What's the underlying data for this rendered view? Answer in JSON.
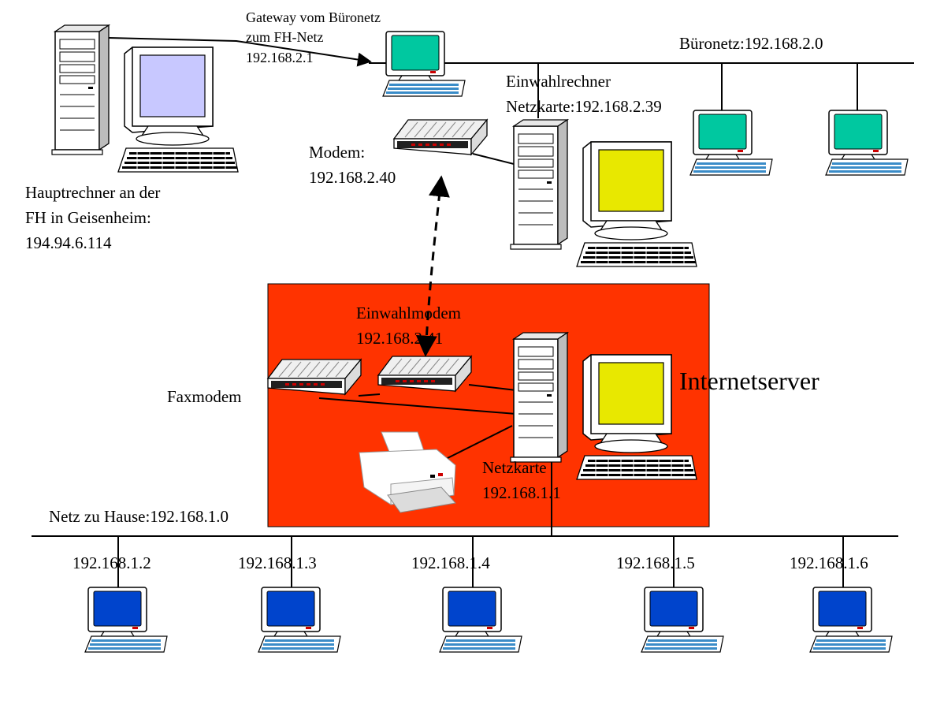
{
  "colors": {
    "zone_fill": "#ff3300",
    "screen_green": "#00c8a0",
    "screen_blue": "#0044cc",
    "screen_yellow": "#e8e800",
    "screen_lavender": "#c8c8ff",
    "line": "#000000"
  },
  "labels": {
    "gateway": [
      "Gateway vom Büronetz",
      "zum FH-Netz",
      "192.168.2.1"
    ],
    "bueronetz": "Büronetz:192.168.2.0",
    "hauptrechner": [
      "Hauptrechner an der",
      "FH in Geisenheim:",
      "194.94.6.114"
    ],
    "einwahlrechner": [
      "Einwahlrechner",
      "Netzkarte:192.168.2.39"
    ],
    "modem": [
      "Modem:",
      "192.168.2.40"
    ],
    "einwahlmodem": [
      "Einwahlmodem",
      "192.168.2.41"
    ],
    "faxmodem": "Faxmodem",
    "internetserver": "Internetserver",
    "netzkarte": [
      "Netzkarte",
      "192.168.1.1"
    ],
    "netz_zu_hause": "Netz zu Hause:192.168.1.0",
    "home_hosts": [
      "192.168.1.2",
      "192.168.1.3",
      "192.168.1.4",
      "192.168.1.5",
      "192.168.1.6"
    ]
  },
  "icons": {
    "workstation": "tower-pc-icon",
    "terminal": "terminal-pc-icon",
    "modem": "modem-icon",
    "printer": "printer-icon"
  }
}
